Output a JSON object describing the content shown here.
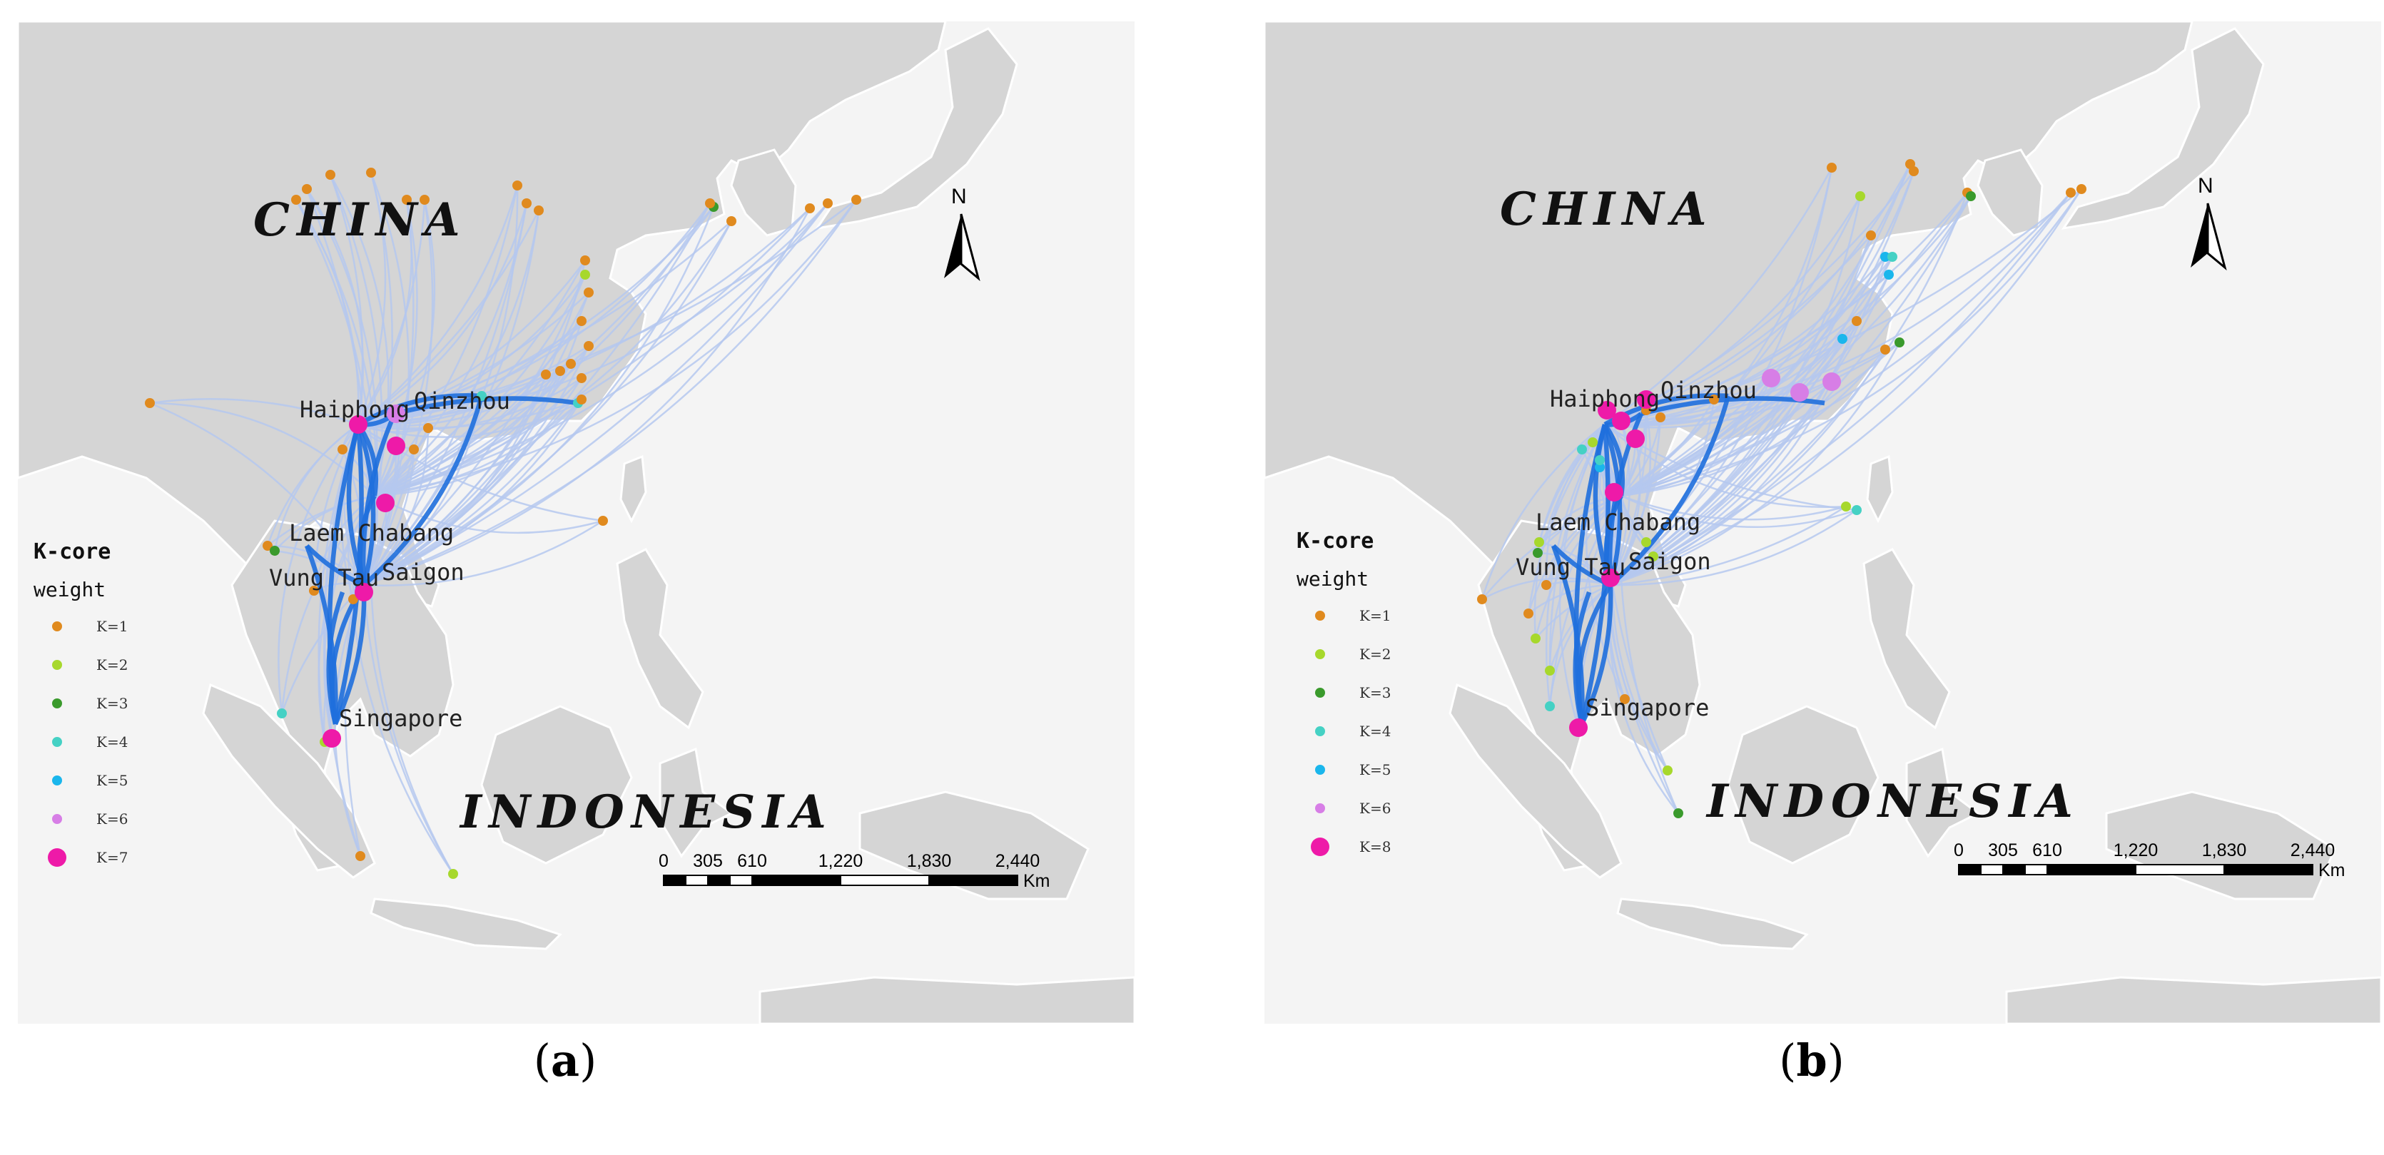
{
  "countries": {
    "china": "CHINA",
    "indonesia": "INDONESIA"
  },
  "north_arrow": "N",
  "ports": {
    "haiphong": "Haiphong",
    "qinzhou": "Qinzhou",
    "laem_chabang": "Laem Chabang",
    "vung_tau": "Vung Tau",
    "saigon": "Saigon",
    "singapore": "Singapore"
  },
  "legend": {
    "title": "K-core",
    "subtitle": "weight"
  },
  "scale_bar": {
    "ticks": [
      "0",
      "305",
      "610",
      "1,220",
      "1,830",
      "2,440"
    ],
    "unit": "Km"
  },
  "colors": {
    "K1": "#e08a1e",
    "K2": "#a7d82c",
    "K3": "#3a9a2c",
    "K4": "#45d1c4",
    "K5": "#1ab6ec",
    "K6": "#d77ee6",
    "K7": "#ee1aa8",
    "K8": "#ee1aa8",
    "land": "#d5d5d5",
    "sea": "#f4f4f4",
    "link": "#b5c8ee",
    "strong_link": "#1f6fdd"
  },
  "panels": [
    {
      "label": "a",
      "legend_items": [
        {
          "label": "K=1",
          "k": "K1"
        },
        {
          "label": "K=2",
          "k": "K2"
        },
        {
          "label": "K=3",
          "k": "K3"
        },
        {
          "label": "K=4",
          "k": "K4"
        },
        {
          "label": "K=5",
          "k": "K5"
        },
        {
          "label": "K=6",
          "k": "K6"
        },
        {
          "label": "K=7",
          "k": "K7"
        }
      ]
    },
    {
      "label": "b",
      "legend_items": [
        {
          "label": "K=1",
          "k": "K1"
        },
        {
          "label": "K=2",
          "k": "K2"
        },
        {
          "label": "K=3",
          "k": "K3"
        },
        {
          "label": "K=4",
          "k": "K4"
        },
        {
          "label": "K=5",
          "k": "K5"
        },
        {
          "label": "K=6",
          "k": "K6"
        },
        {
          "label": "K=8",
          "k": "K8"
        }
      ]
    }
  ]
}
